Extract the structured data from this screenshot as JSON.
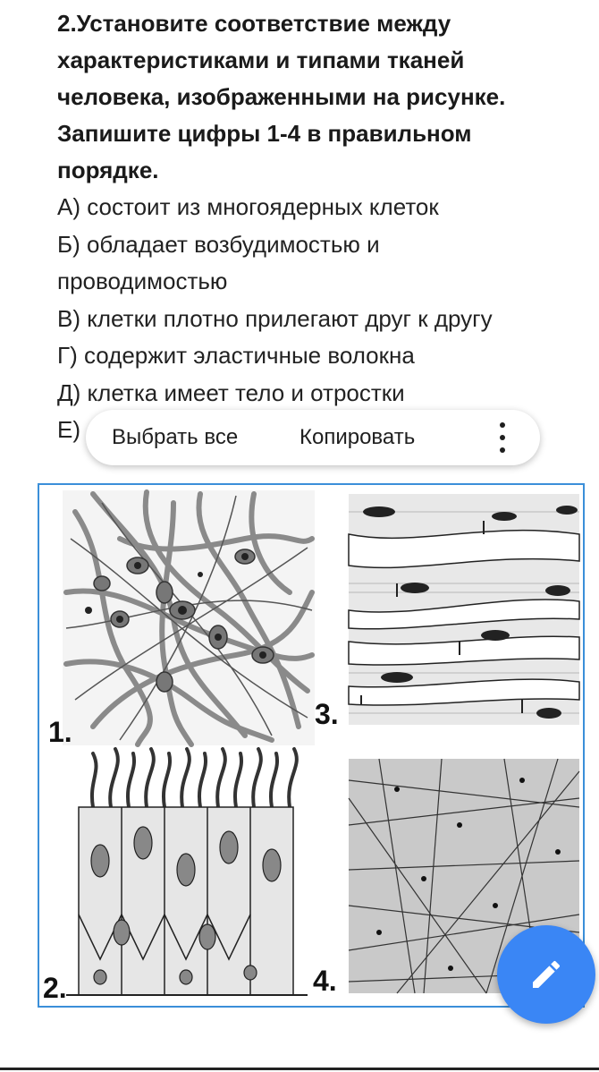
{
  "question": {
    "title_lines": [
      "2.Установите соответствие между",
      "характеристиками и типами тканей",
      "человека, изображенными на рисунке.",
      "Запишите цифры 1-4 в правильном",
      "порядке."
    ],
    "options": [
      "А) состоит из многоядерных клеток",
      "Б) обладает возбудимостью и",
      "проводимостью",
      "В) клетки плотно прилегают друг к другу",
      "Г) содержит эластичные волокна",
      "Д) клетка имеет тело и отростки",
      "Е)"
    ]
  },
  "selection_toolbar": {
    "select_all": "Выбрать все",
    "copy": "Копировать",
    "more_icon": "more-vert-icon"
  },
  "figure": {
    "panels": [
      "1.",
      "2.",
      "3.",
      "4."
    ],
    "border_color": "#3b8fd9"
  },
  "fab": {
    "icon": "pencil-icon",
    "color": "#3a86f5"
  }
}
